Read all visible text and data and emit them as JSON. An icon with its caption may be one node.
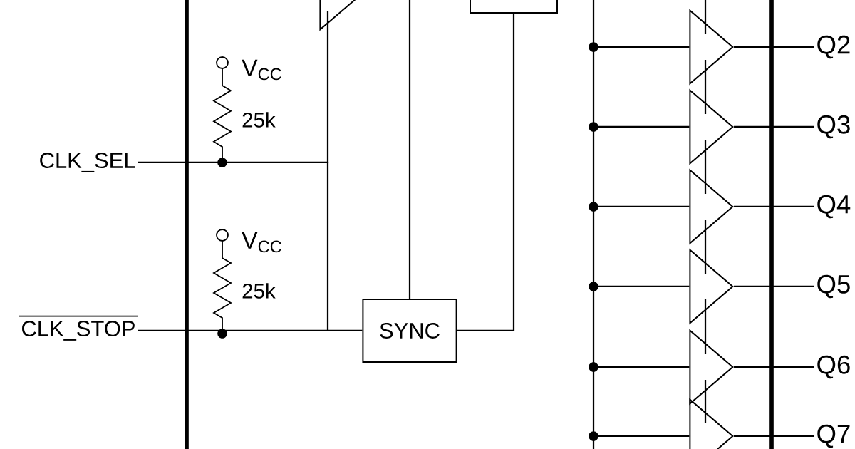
{
  "diagram": {
    "nodes": [
      {
        "text": [],
        "shape": "triangle"
      },
      {
        "text": [],
        "shape": "box"
      },
      {
        "text": [
          "CLK_SEL"
        ]
      },
      {
        "text": [
          "SYNC"
        ]
      },
      {
        "text": [
          "CLK_STOP"
        ]
      },
      {
        "text": [],
        "shape": "triangle"
      },
      {
        "text": [],
        "shape": "triangle"
      },
      {
        "text": [],
        "shape": "triangle"
      },
      {
        "text": [],
        "shape": "triangle"
      },
      {
        "text": [],
        "shape": "triangle"
      },
      {
        "text": [],
        "shape": "triangle"
      },
      {
        "text": [
          "Q2"
        ]
      },
      {
        "text": [
          "Q3"
        ]
      },
      {
        "text": [
          "Q4"
        ]
      },
      {
        "text": [
          "Q5"
        ]
      },
      {
        "text": [
          "Q6"
        ]
      },
      {
        "text": [
          "Q7"
        ]
      },
      {
        "text": [],
        "shape": "bar"
      }
    ],
    "edges": [
      {
        "from": 2,
        "to": 0,
        "arrow": "none"
      },
      {
        "from": 4,
        "to": 3,
        "arrow": "none"
      },
      {
        "from": 3,
        "to": 1,
        "arrow": "none"
      },
      {
        "from": 3,
        "to": null,
        "arrow": "none"
      },
      {
        "from": 17,
        "to": 5,
        "arrow": "none"
      },
      {
        "from": 17,
        "to": 6,
        "arrow": "none"
      },
      {
        "from": 17,
        "to": 7,
        "arrow": "none"
      },
      {
        "from": 17,
        "to": 8,
        "arrow": "none"
      },
      {
        "from": 17,
        "to": 9,
        "arrow": "none"
      },
      {
        "from": 17,
        "to": 10,
        "arrow": "none"
      },
      {
        "from": 5,
        "to": 11,
        "arrow": "none"
      },
      {
        "from": 6,
        "to": 12,
        "arrow": "none"
      },
      {
        "from": 7,
        "to": 13,
        "arrow": "none"
      },
      {
        "from": 8,
        "to": 14,
        "arrow": "none"
      },
      {
        "from": 9,
        "to": 15,
        "arrow": "none"
      },
      {
        "from": 10,
        "to": 16,
        "arrow": "none"
      },
      {
        "from": null,
        "to": 5,
        "arrow": "none"
      },
      {
        "from": 5,
        "to": 6,
        "arrow": "none"
      },
      {
        "from": 6,
        "to": 7,
        "arrow": "none"
      },
      {
        "from": 7,
        "to": 8,
        "arrow": "none"
      },
      {
        "from": 8,
        "to": 9,
        "arrow": "none"
      },
      {
        "from": 9,
        "to": 10,
        "arrow": "none"
      }
    ],
    "labels": [
      "V$_{CC}$",
      "25k",
      "V$_{CC}$",
      "25k"
    ]
  }
}
